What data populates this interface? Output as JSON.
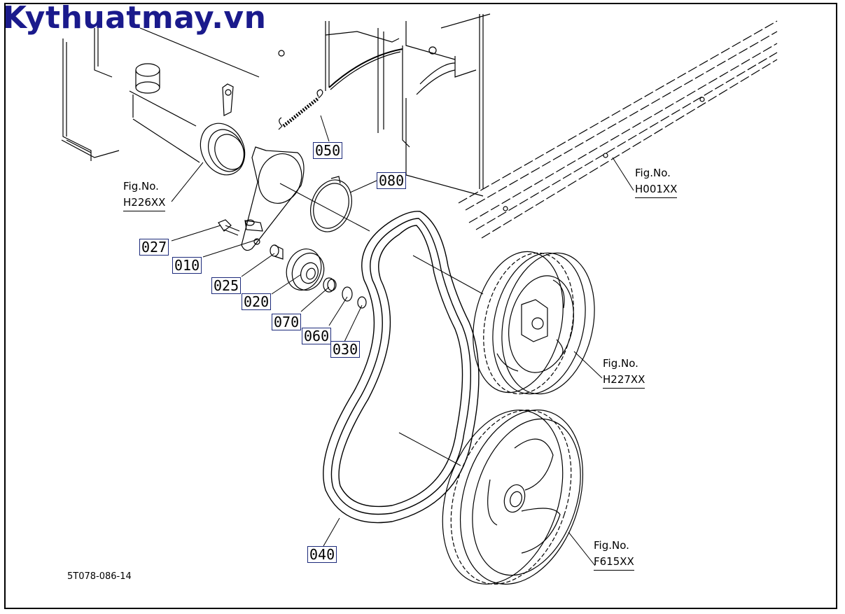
{
  "watermark": "Kythuatmay.vn",
  "drawing_number": "5T078-086-14",
  "callouts": {
    "c050": "050",
    "c080": "080",
    "c027": "027",
    "c010": "010",
    "c025": "025",
    "c020": "020",
    "c070": "070",
    "c060": "060",
    "c030": "030",
    "c040": "040"
  },
  "figure_refs": {
    "h226": {
      "line1": "Fig.No.",
      "line2": "H226XX"
    },
    "h001": {
      "line1": "Fig.No.",
      "line2": "H001XX"
    },
    "h227": {
      "line1": "Fig.No.",
      "line2": "H227XX"
    },
    "f615": {
      "line1": "Fig.No.",
      "line2": "F615XX"
    }
  },
  "colors": {
    "line": "#000000",
    "callout_border": "#1c2a7a",
    "watermark": "#1a1a8c"
  }
}
